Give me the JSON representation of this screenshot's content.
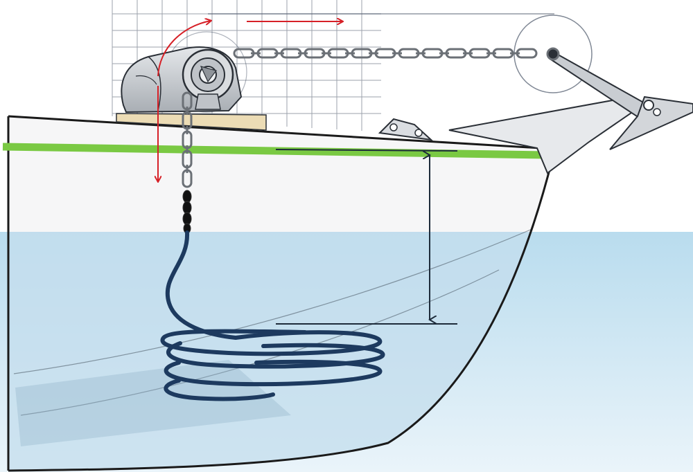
{
  "diagram": {
    "subject": "windlass-chain-locker-cross-section",
    "text_labels": [],
    "colors": {
      "background": "#ffffff",
      "grid": "#4a5568",
      "deck_stripe": "#7ac943",
      "hull_fill": "#efeff0",
      "hull_outline": "#1a1a1a",
      "water_top": "#b9dcee",
      "water_bottom": "#e8f3fa",
      "chain": "#6b7076",
      "rope": "#1d3a5f",
      "motion_arrows": "#d62027",
      "dimension_line": "#1d2b3a",
      "windlass_body": "#c9cdd2",
      "windlass_base": "#ecdcb5",
      "bow_roller": "#dadde1"
    },
    "icons": {
      "chain": "anchor-chain",
      "rope": "anchor-rode-coil",
      "windlass": "windlass-winch",
      "anchor": "plough-anchor",
      "arrows": "direction-arrow"
    },
    "elements": {
      "motion_arrows": [
        "chain-feed-arrow",
        "gypsy-rotation-arrow",
        "drop-into-locker-arrow",
        "top-feed-arrow"
      ],
      "dimension": "fall-height-indicator"
    }
  }
}
